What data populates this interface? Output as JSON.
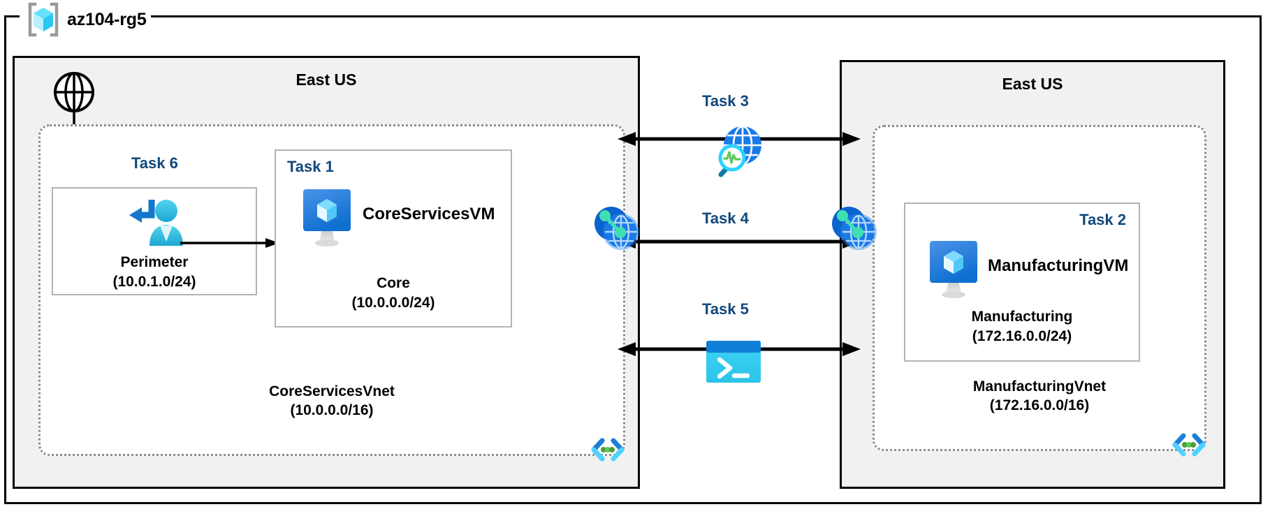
{
  "diagram": {
    "resource_group": {
      "name": "az104-rg5",
      "icon": "azure-resource-group-icon"
    },
    "regions": [
      {
        "id": "left",
        "title": "East US"
      },
      {
        "id": "right",
        "title": "East US"
      }
    ],
    "vnets": [
      {
        "id": "core",
        "name": "CoreServicesVnet",
        "cidr": "(10.0.0.0/16)",
        "icon": "code-brackets-icon"
      },
      {
        "id": "manufacturing",
        "name": "ManufacturingVnet",
        "cidr": "(172.16.0.0/16)",
        "icon": "code-brackets-icon"
      }
    ],
    "subnets": [
      {
        "id": "perimeter",
        "task": "Task 6",
        "name": "Perimeter",
        "cidr": "(10.0.1.0/24)",
        "icon": "user-entry-icon"
      },
      {
        "id": "core",
        "task": "Task 1",
        "name": "Core",
        "cidr": "(10.0.0.0/24)",
        "vm": "CoreServicesVM",
        "icon": "virtual-machine-icon"
      },
      {
        "id": "manufacturing",
        "task": "Task 2",
        "name": "Manufacturing",
        "cidr": "(172.16.0.0/24)",
        "vm": "ManufacturingVM",
        "icon": "virtual-machine-icon"
      }
    ],
    "connections": [
      {
        "id": "task3",
        "task": "Task 3",
        "icon": "network-watcher-icon",
        "arrow": "double"
      },
      {
        "id": "task4",
        "task": "Task 4",
        "icon": "vnet-peering-icon",
        "arrow": "double"
      },
      {
        "id": "task5",
        "task": "Task 5",
        "icon": "cloud-shell-icon",
        "arrow": "double"
      }
    ],
    "internet": {
      "icon": "globe-icon"
    },
    "peering_badges": [
      {
        "id": "peering-left",
        "icon": "vnet-peering-icon"
      },
      {
        "id": "peering-right",
        "icon": "vnet-peering-icon"
      }
    ],
    "colors": {
      "task_label": "#10487c",
      "region_fill": "#f1f1f1",
      "vnet_border": "#8c8c8c",
      "subnet_border": "#b3b3b3",
      "azure_blue": "#0078d4",
      "cyan": "#50e6ff",
      "accent_green": "#5ec75e",
      "outline": "#000000"
    }
  }
}
